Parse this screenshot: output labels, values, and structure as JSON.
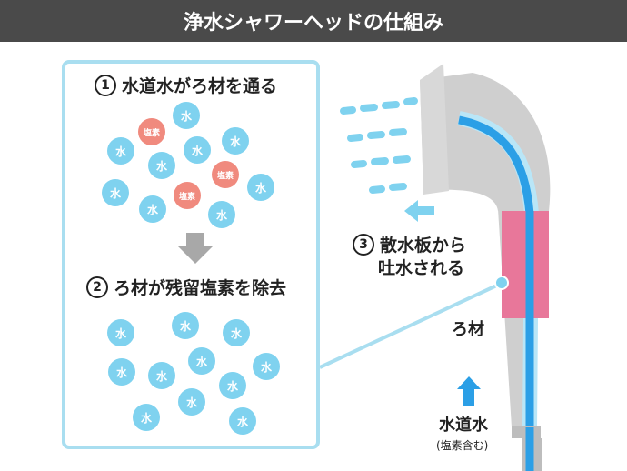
{
  "title": "浄水シャワーヘッドの仕組み",
  "step1": {
    "number": "1",
    "text": "水道水がろ材を通る"
  },
  "step2": {
    "number": "2",
    "text": "ろ材が残留塩素を除去"
  },
  "step3": {
    "number": "3",
    "line1": "散水板から",
    "line2": "吐水される"
  },
  "filter_label": "ろ材",
  "inlet_label": "水道水",
  "inlet_sublabel": "(塩素含む)",
  "water_symbol": "水",
  "chlorine_symbol": "塩素",
  "colors": {
    "water_molecule": "#7fd2ef",
    "chlorine_molecule": "#f08a7e",
    "filter": "#e8779a",
    "flow": "#2b9fe6",
    "panel_border": "#a9def0",
    "title_bg": "#4a4a4a"
  }
}
